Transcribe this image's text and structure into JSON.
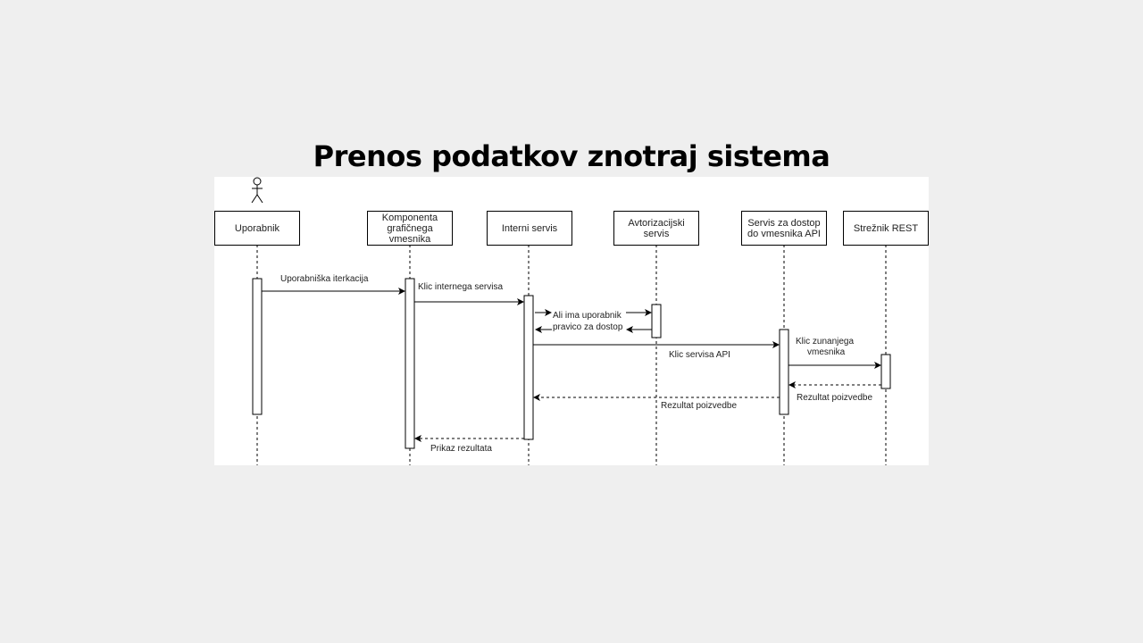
{
  "title": "Prenos podatkov znotraj sistema",
  "participants": [
    {
      "label": "Uporabnik"
    },
    {
      "label": "Komponenta grafičnega vmesnika"
    },
    {
      "label": "Interni servis"
    },
    {
      "label": "Avtorizacijski servis"
    },
    {
      "label": "Servis za dostop do vmesnika API"
    },
    {
      "label": "Strežnik REST"
    }
  ],
  "messages": [
    {
      "label": "Uporabniška iterkacija",
      "type": "sync"
    },
    {
      "label": "Klic internega servisa",
      "type": "sync"
    },
    {
      "label_line1": "Ali ima uporabnik",
      "label_line2": "pravico za dostop",
      "type": "sync"
    },
    {
      "label": "Klic servisa API",
      "type": "sync"
    },
    {
      "label_line1": "Klic zunanjega",
      "label_line2": "vmesnika",
      "type": "sync"
    },
    {
      "label": "Rezultat poizvedbe",
      "type": "return"
    },
    {
      "label": "Rezultat poizvedbe",
      "type": "return"
    },
    {
      "label": "Prikaz rezultata",
      "type": "return"
    }
  ]
}
